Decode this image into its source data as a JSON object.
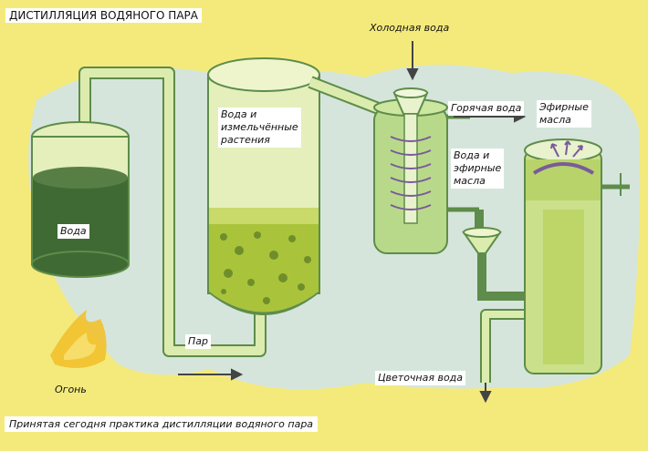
{
  "title": "ДИСТИЛЛЯЦИЯ ВОДЯНОГО ПАРА",
  "labels": {
    "cold_water": "Холодная вода",
    "hot_water": "Горячая вода",
    "essential_oils": "Эфирные\nмасла",
    "water_and_plants": "Вода и\nизмельчённые\nрастения",
    "water_and_oils": "Вода и\nэфирные\nмасла",
    "water": "Вода",
    "steam": "Пар",
    "fire": "Огонь",
    "floral_water": "Цветочная вода"
  },
  "caption": "Принятая сегодня практика дистилляции водяного пара",
  "colors": {
    "background": "#f4ea7c",
    "blob": "#cfe4ec",
    "glass": "#e4efbc",
    "pipe": "#c4dd88",
    "outline": "#5e8c4a",
    "dark_water": "#3f6a34",
    "plants": "#a9c43a",
    "flame": "#f2c12e",
    "arrow": "#444444",
    "purple": "#7a5a9a"
  }
}
